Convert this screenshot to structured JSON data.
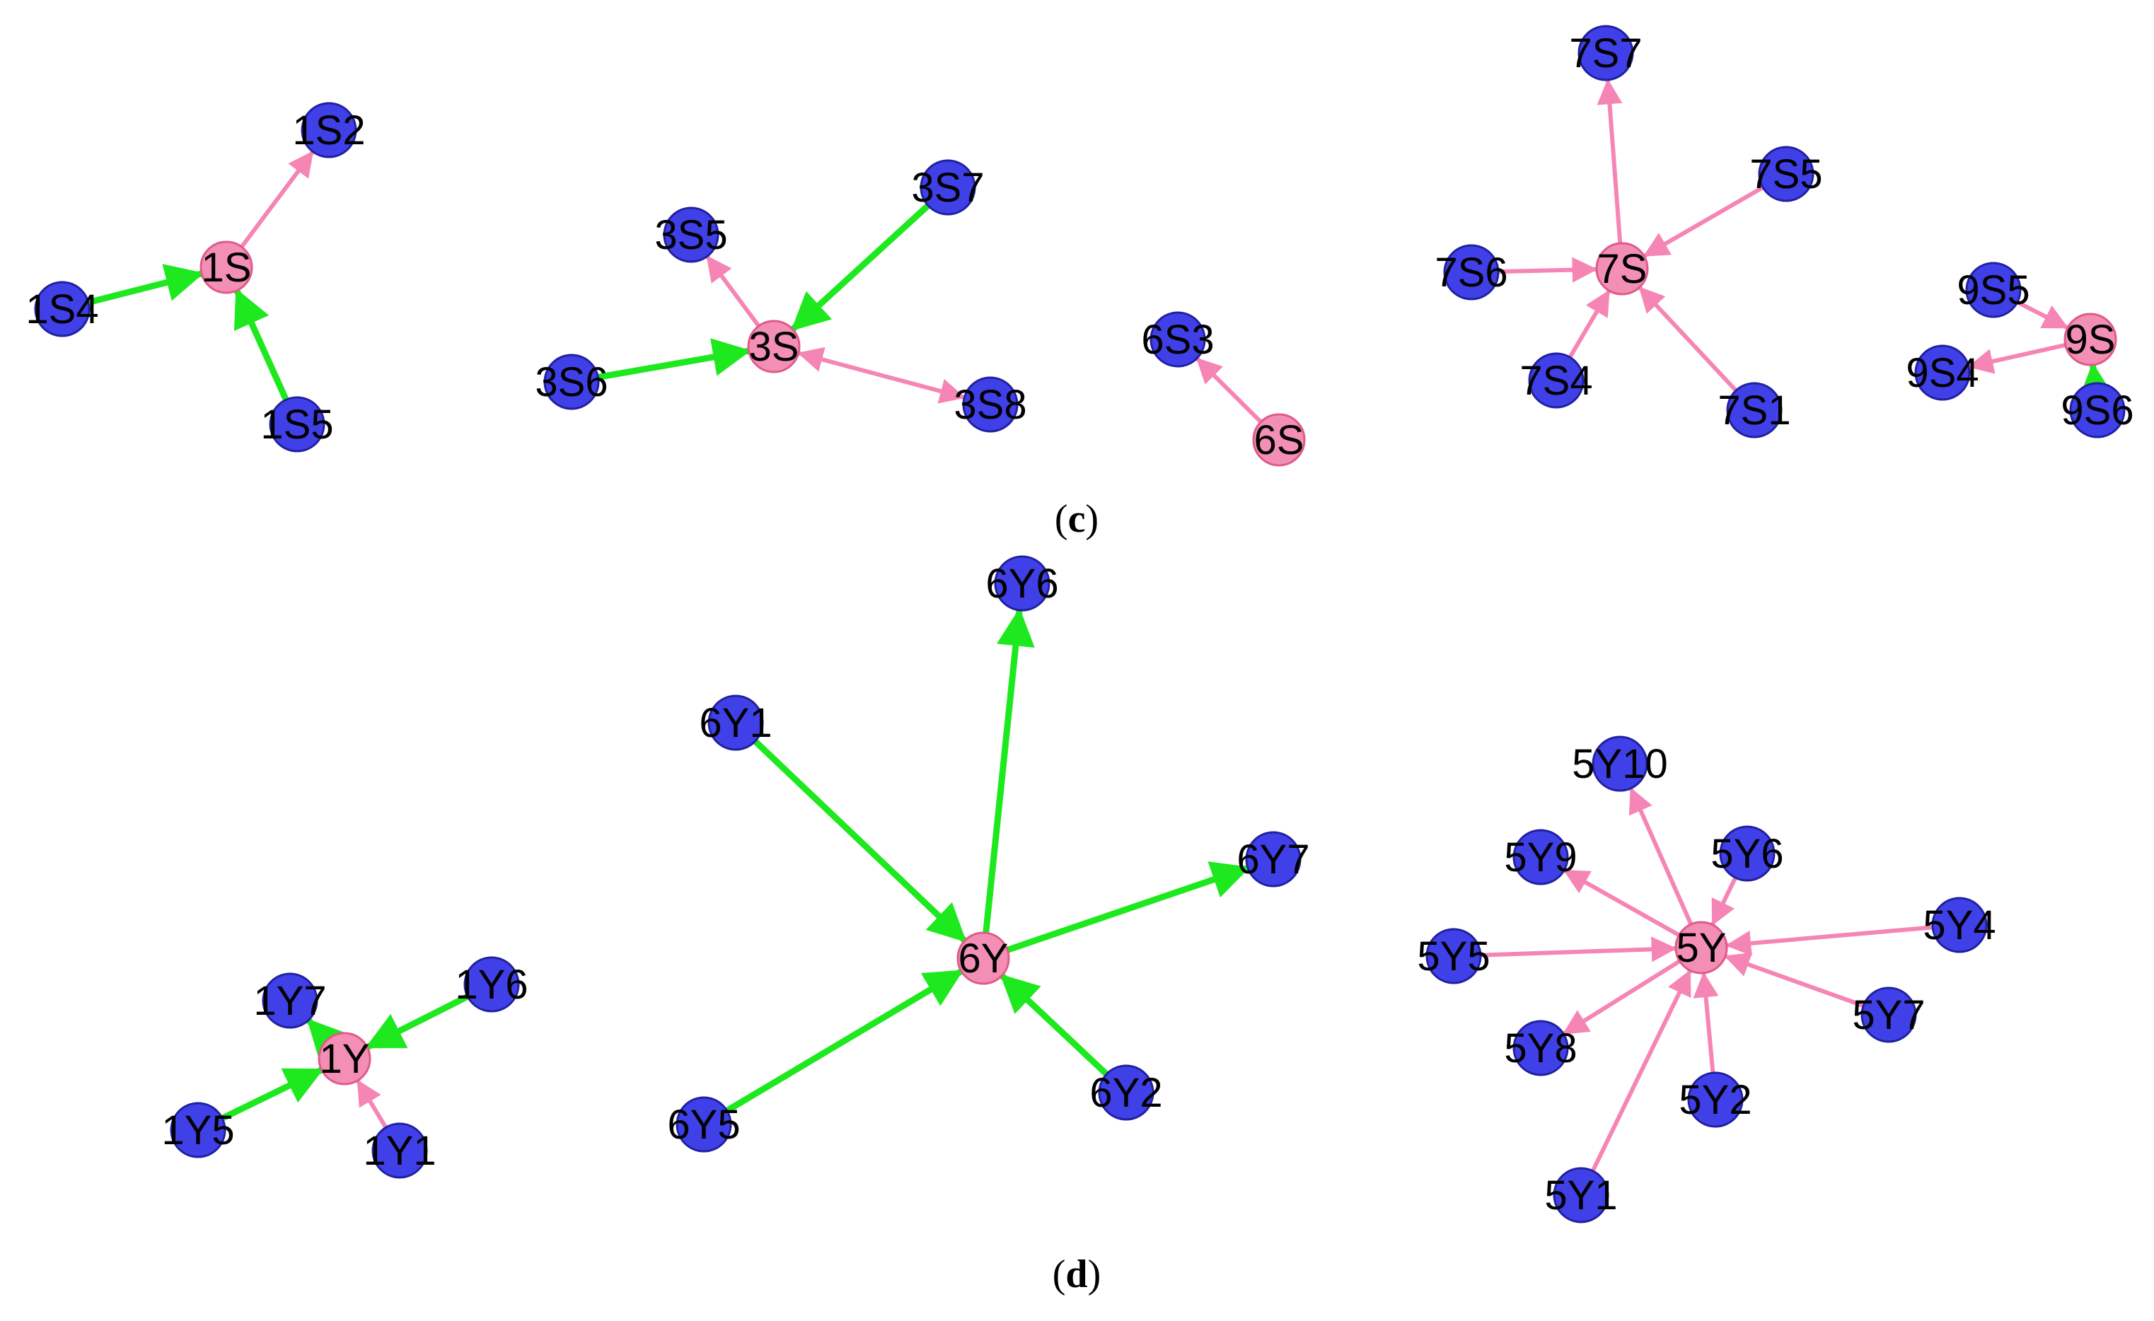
{
  "colors": {
    "hub_fill": "#f38fb4",
    "hub_stroke": "#e05a8a",
    "leaf_fill": "#4040e8",
    "leaf_stroke": "#2020a0",
    "edge_pink": "#f585b5",
    "edge_green": "#1ee81e"
  },
  "panels": [
    {
      "id": "c",
      "caption": "(c)",
      "letter": "c"
    },
    {
      "id": "d",
      "caption": "(d)",
      "letter": "d"
    }
  ],
  "nodes": [
    {
      "id": "1S",
      "type": "hub"
    },
    {
      "id": "1S2",
      "type": "leaf"
    },
    {
      "id": "1S4",
      "type": "leaf"
    },
    {
      "id": "1S5",
      "type": "leaf"
    },
    {
      "id": "3S",
      "type": "hub"
    },
    {
      "id": "3S5",
      "type": "leaf"
    },
    {
      "id": "3S6",
      "type": "leaf"
    },
    {
      "id": "3S7",
      "type": "leaf"
    },
    {
      "id": "3S8",
      "type": "leaf"
    },
    {
      "id": "6S",
      "type": "hub"
    },
    {
      "id": "6S3",
      "type": "leaf"
    },
    {
      "id": "7S",
      "type": "hub"
    },
    {
      "id": "7S1",
      "type": "leaf"
    },
    {
      "id": "7S4",
      "type": "leaf"
    },
    {
      "id": "7S5",
      "type": "leaf"
    },
    {
      "id": "7S6",
      "type": "leaf"
    },
    {
      "id": "7S7",
      "type": "leaf"
    },
    {
      "id": "9S",
      "type": "hub"
    },
    {
      "id": "9S4",
      "type": "leaf"
    },
    {
      "id": "9S5",
      "type": "leaf"
    },
    {
      "id": "9S6",
      "type": "leaf"
    },
    {
      "id": "1Y",
      "type": "hub"
    },
    {
      "id": "1Y1",
      "type": "leaf"
    },
    {
      "id": "1Y5",
      "type": "leaf"
    },
    {
      "id": "1Y6",
      "type": "leaf"
    },
    {
      "id": "1Y7",
      "type": "leaf"
    },
    {
      "id": "6Y",
      "type": "hub"
    },
    {
      "id": "6Y1",
      "type": "leaf"
    },
    {
      "id": "6Y2",
      "type": "leaf"
    },
    {
      "id": "6Y5",
      "type": "leaf"
    },
    {
      "id": "6Y6",
      "type": "leaf"
    },
    {
      "id": "6Y7",
      "type": "leaf"
    },
    {
      "id": "5Y",
      "type": "hub"
    },
    {
      "id": "5Y1",
      "type": "leaf"
    },
    {
      "id": "5Y2",
      "type": "leaf"
    },
    {
      "id": "5Y4",
      "type": "leaf"
    },
    {
      "id": "5Y5",
      "type": "leaf"
    },
    {
      "id": "5Y6",
      "type": "leaf"
    },
    {
      "id": "5Y7",
      "type": "leaf"
    },
    {
      "id": "5Y8",
      "type": "leaf"
    },
    {
      "id": "5Y9",
      "type": "leaf"
    },
    {
      "id": "5Y10",
      "type": "leaf"
    }
  ],
  "edges": [
    {
      "from": "1S",
      "to": "1S2",
      "color": "pink"
    },
    {
      "from": "1S4",
      "to": "1S",
      "color": "green"
    },
    {
      "from": "1S5",
      "to": "1S",
      "color": "green"
    },
    {
      "from": "3S",
      "to": "3S5",
      "color": "pink"
    },
    {
      "from": "3S7",
      "to": "3S",
      "color": "green"
    },
    {
      "from": "3S6",
      "to": "3S",
      "color": "green"
    },
    {
      "from": "3S",
      "to": "3S8",
      "color": "pink",
      "bidirectional": true
    },
    {
      "from": "6S",
      "to": "6S3",
      "color": "pink"
    },
    {
      "from": "7S",
      "to": "7S7",
      "color": "pink"
    },
    {
      "from": "7S5",
      "to": "7S",
      "color": "pink"
    },
    {
      "from": "7S6",
      "to": "7S",
      "color": "pink"
    },
    {
      "from": "7S4",
      "to": "7S",
      "color": "pink"
    },
    {
      "from": "7S1",
      "to": "7S",
      "color": "pink"
    },
    {
      "from": "9S5",
      "to": "9S",
      "color": "pink"
    },
    {
      "from": "9S",
      "to": "9S4",
      "color": "pink"
    },
    {
      "from": "9S6",
      "to": "9S",
      "color": "green"
    },
    {
      "from": "1Y",
      "to": "1Y7",
      "color": "green"
    },
    {
      "from": "1Y6",
      "to": "1Y",
      "color": "green"
    },
    {
      "from": "1Y5",
      "to": "1Y",
      "color": "green"
    },
    {
      "from": "1Y1",
      "to": "1Y",
      "color": "pink"
    },
    {
      "from": "6Y1",
      "to": "6Y",
      "color": "green"
    },
    {
      "from": "6Y",
      "to": "6Y6",
      "color": "green"
    },
    {
      "from": "6Y",
      "to": "6Y7",
      "color": "green"
    },
    {
      "from": "6Y5",
      "to": "6Y",
      "color": "green"
    },
    {
      "from": "6Y2",
      "to": "6Y",
      "color": "green"
    },
    {
      "from": "5Y",
      "to": "5Y10",
      "color": "pink"
    },
    {
      "from": "5Y",
      "to": "5Y9",
      "color": "pink"
    },
    {
      "from": "5Y6",
      "to": "5Y",
      "color": "pink"
    },
    {
      "from": "5Y5",
      "to": "5Y",
      "color": "pink"
    },
    {
      "from": "5Y4",
      "to": "5Y",
      "color": "pink"
    },
    {
      "from": "5Y7",
      "to": "5Y",
      "color": "pink"
    },
    {
      "from": "5Y",
      "to": "5Y8",
      "color": "pink"
    },
    {
      "from": "5Y2",
      "to": "5Y",
      "color": "pink"
    },
    {
      "from": "5Y1",
      "to": "5Y",
      "color": "pink"
    }
  ]
}
